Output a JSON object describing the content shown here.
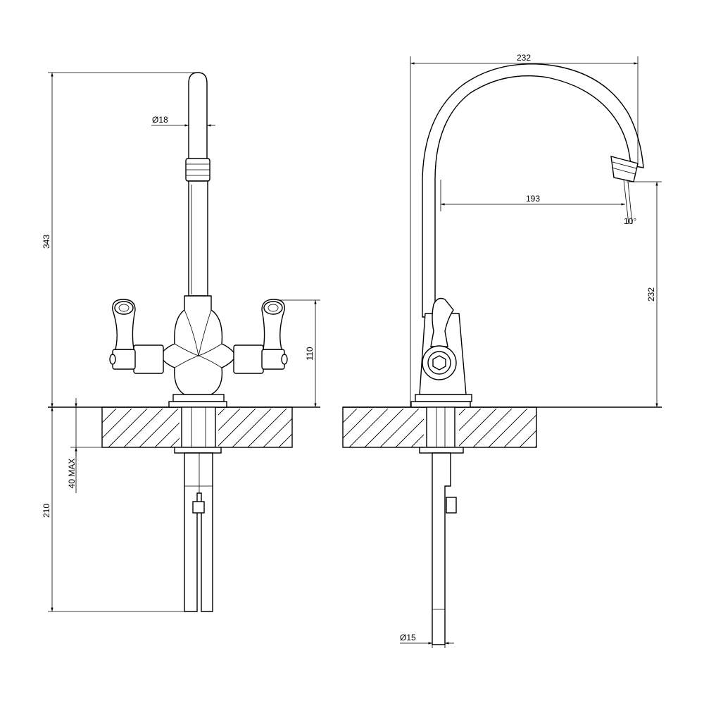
{
  "front_view": {
    "height_total": "343",
    "spout_diameter": "Ø18",
    "handle_height": "110",
    "shank_length": "210",
    "deck_thickness_max": "40 MAX"
  },
  "side_view": {
    "overall_width": "232",
    "spout_reach": "193",
    "spout_angle": "10°",
    "spout_height": "232",
    "pipe_diameter": "Ø15"
  }
}
